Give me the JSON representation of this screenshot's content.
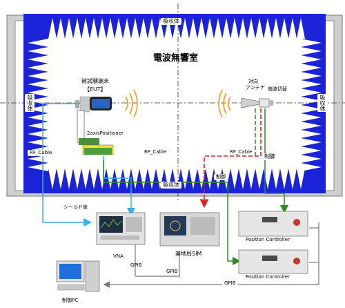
{
  "chamber": {
    "title": "電波無響室",
    "absorber_top": "吸収体",
    "absorber_bottom": "吸収体",
    "absorber_left": "吸収体",
    "absorber_right": "吸収体"
  },
  "eut": {
    "label_line1": "被試験端末",
    "label_line2": "【EUT】",
    "positioner": "2axisPositioner"
  },
  "antenna": {
    "label_line1": "対向",
    "label_line2": "アンテナ",
    "switch_label": "偏波切替"
  },
  "cables": {
    "rf_left": "RF_Cable",
    "rf_mid": "RF_Cable",
    "rf_right": "RF_Cable",
    "control_1": "制御",
    "control_2": "制御",
    "gpib_1": "GPIB",
    "gpib_2": "GPIB",
    "gpib_3": "GPIB"
  },
  "shield_door": "シールド扉",
  "equipment": {
    "vna": "VNA",
    "sim": "基地局SIM",
    "pc_top": "Position Controller",
    "pc_bottom": "Position  Controller",
    "control_pc": "制御PC"
  },
  "colors": {
    "absorber": "#1a23d8",
    "rf_blue": "#2fb4ec",
    "red": "#e02020",
    "green": "#2e8b22",
    "wall": "#9a9a9a"
  }
}
